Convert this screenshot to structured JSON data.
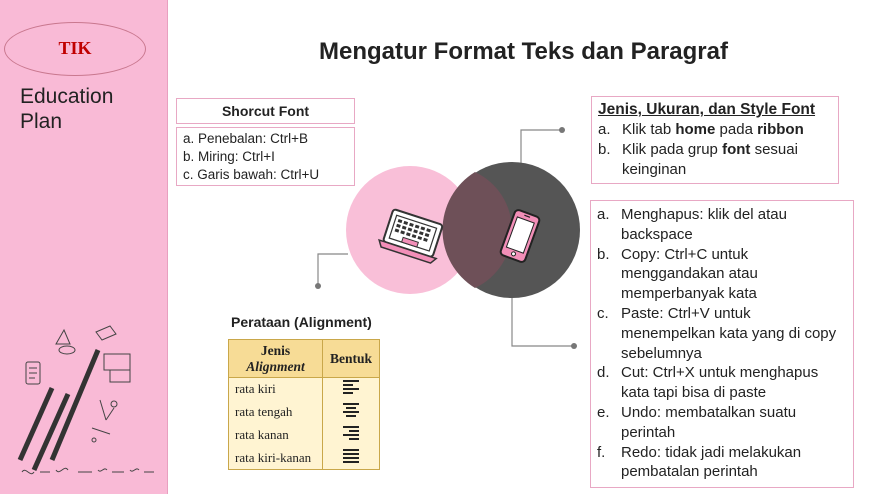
{
  "sidebar": {
    "badge": "TIK",
    "line1": "Education",
    "line2": "Plan"
  },
  "title": "Mengatur Format Teks dan Paragraf",
  "shortcut": {
    "heading": "Shorcut Font",
    "items": [
      "a. Penebalan: Ctrl+B",
      "b. Miring: Ctrl+I",
      "c. Garis bawah: Ctrl+U"
    ]
  },
  "font_box": {
    "heading": "Jenis, Ukuran, dan Style Font",
    "item_a_marker": "a.",
    "item_a_pre": "Klik tab ",
    "item_a_b1": "home",
    "item_a_mid": " pada ",
    "item_a_b2": "ribbon",
    "item_b_marker": "b.",
    "item_b_pre": "Klik pada grup ",
    "item_b_b1": "font",
    "item_b_post": " sesuai keinginan"
  },
  "edit_box": {
    "items": [
      {
        "marker": "a.",
        "text": "Menghapus: klik del atau backspace"
      },
      {
        "marker": "b.",
        "text": "Copy: Ctrl+C untuk menggandakan atau memperbanyak kata"
      },
      {
        "marker": "c.",
        "text": "Paste: Ctrl+V untuk menempelkan kata yang di copy sebelumnya"
      },
      {
        "marker": "d.",
        "text": "Cut: Ctrl+X untuk menghapus kata tapi bisa di paste"
      },
      {
        "marker": "e.",
        "text": "Undo: membatalkan suatu perintah"
      },
      {
        "marker": "f.",
        "text": "Redo: tidak jadi melakukan pembatalan perintah"
      }
    ]
  },
  "alignment": {
    "heading": "Perataan (Alignment)",
    "col1_line1": "Jenis",
    "col1_line2": "Alignment",
    "col2": "Bentuk",
    "rows": [
      "rata kiri",
      "rata tengah",
      "rata kanan",
      "rata kiri-kanan"
    ]
  },
  "icons": [
    "laptop-icon",
    "smartphone-icon",
    "align-left-icon",
    "align-center-icon",
    "align-right-icon",
    "align-justify-icon"
  ],
  "colors": {
    "sidebar": "#f9bad6",
    "circle_pink": "#f9bfd8",
    "circle_dark": "#555555",
    "badge_text": "#c00000",
    "table_header": "#f7dc96"
  }
}
